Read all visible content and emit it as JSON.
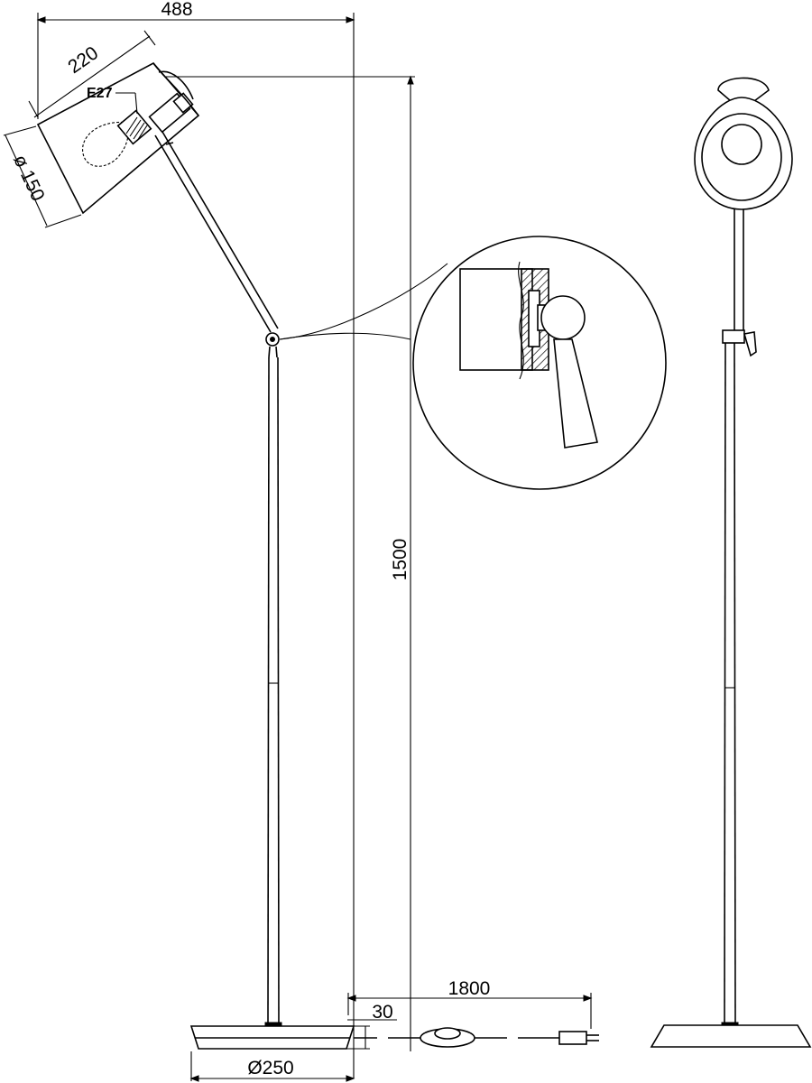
{
  "dimensions": {
    "overall_reach": "488",
    "shade_length": "220",
    "shade_diameter": "ø 150",
    "socket": "E27",
    "height": "1500",
    "cable_length": "1800",
    "base_thickness": "30",
    "base_diameter": "Ø250"
  }
}
